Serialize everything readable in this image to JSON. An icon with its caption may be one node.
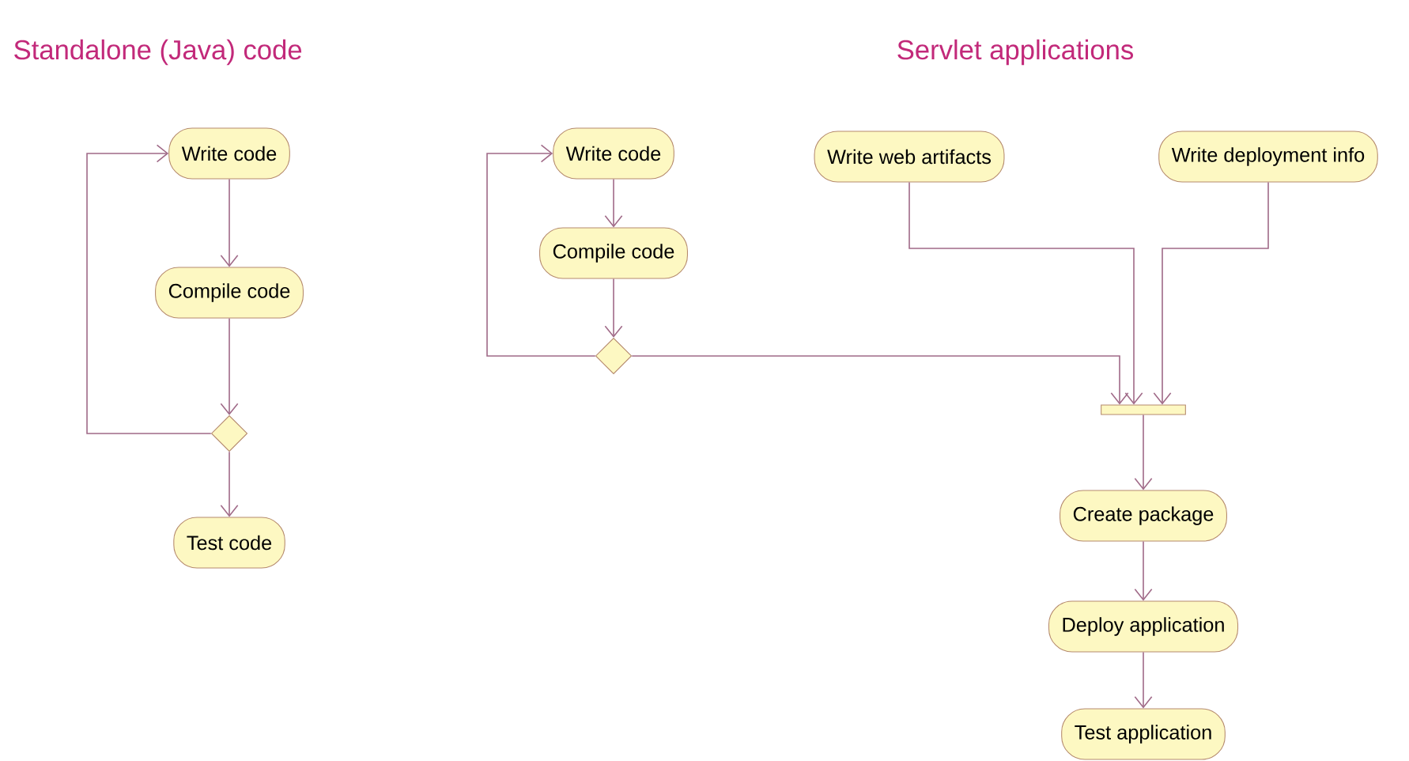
{
  "diagram": {
    "nodes": [
      {
        "text": [
          "Write code"
        ]
      },
      {
        "text": [
          "Compile code"
        ]
      },
      {
        "text": [],
        "shape": "diamond"
      },
      {
        "text": [
          "Test code"
        ]
      },
      {
        "text": [
          "Write code"
        ]
      },
      {
        "text": [
          "Compile code"
        ]
      },
      {
        "text": [],
        "shape": "diamond"
      },
      {
        "text": [
          "Write web artifacts"
        ]
      },
      {
        "text": [
          "Write deployment info"
        ]
      },
      {
        "text": [],
        "shape": "bar"
      },
      {
        "text": [
          "Create package"
        ]
      },
      {
        "text": [
          "Deploy application"
        ]
      },
      {
        "text": [
          "Test application"
        ]
      }
    ],
    "edges": [
      {
        "from": 0,
        "to": 1,
        "arrow": "to"
      },
      {
        "from": 1,
        "to": 2,
        "arrow": "to"
      },
      {
        "from": 2,
        "to": 0,
        "arrow": "to"
      },
      {
        "from": 2,
        "to": 3,
        "arrow": "to"
      },
      {
        "from": 4,
        "to": 5,
        "arrow": "to"
      },
      {
        "from": 5,
        "to": 6,
        "arrow": "to"
      },
      {
        "from": 6,
        "to": 4,
        "arrow": "to"
      },
      {
        "from": 6,
        "to": 9,
        "arrow": "to"
      },
      {
        "from": 7,
        "to": 9,
        "arrow": "to"
      },
      {
        "from": 8,
        "to": 9,
        "arrow": "to"
      },
      {
        "from": 9,
        "to": 10,
        "arrow": "to"
      },
      {
        "from": 10,
        "to": 11,
        "arrow": "to"
      },
      {
        "from": 11,
        "to": 12,
        "arrow": "to"
      }
    ],
    "labels": [
      "Standalone (Java) code",
      "Servlet applications"
    ]
  }
}
